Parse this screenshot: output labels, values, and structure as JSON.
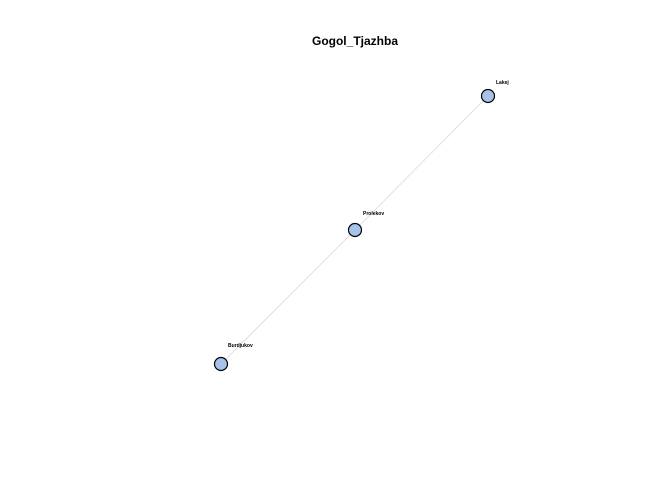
{
  "graph": {
    "title": "Gogol_Tjazhba",
    "node_fill": "#a6c4ea",
    "node_stroke": "#000000",
    "edge_color": "#d9d9d9",
    "nodes": [
      {
        "id": "lakej",
        "label": "Lakej"
      },
      {
        "id": "prolekov",
        "label": "Prolekov"
      },
      {
        "id": "burdjukov",
        "label": "Burdjukov"
      }
    ],
    "edges": [
      {
        "from": "burdjukov",
        "to": "prolekov"
      },
      {
        "from": "prolekov",
        "to": "lakej"
      }
    ]
  }
}
